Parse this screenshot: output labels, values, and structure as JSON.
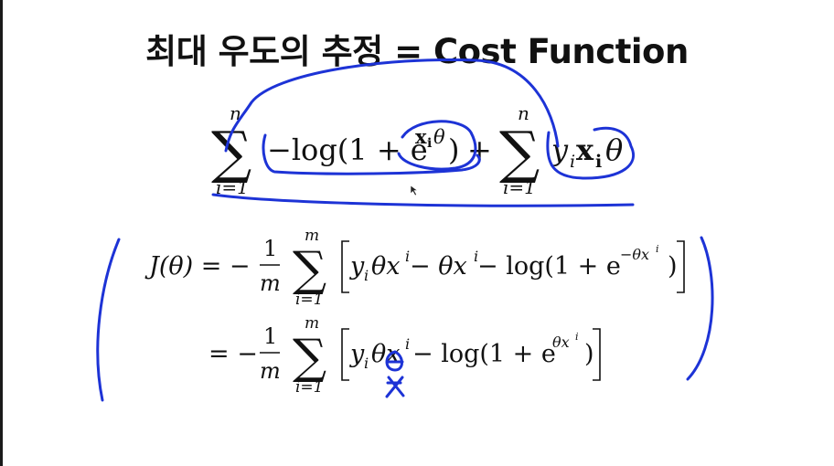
{
  "slide": {
    "title": "최대 우도의 추정 = Cost Function"
  },
  "eq1": {
    "sum1_upper": "n",
    "sum1_lower": "i=1",
    "sigma": "∑",
    "term1": "−log(1 + e",
    "term1_exp": "x",
    "term1_exp_sub": "i",
    "term1_exp_theta": "θ",
    "term1_close": ")",
    "plus": "+",
    "sum2_upper": "n",
    "sum2_lower": "i=1",
    "y": "y",
    "y_sub": "i",
    "x": "x",
    "x_sub": "i",
    "theta": "θ"
  },
  "eq2": {
    "lhs": "J(θ) = −",
    "frac_num": "1",
    "frac_den": "m",
    "sum_upper": "m",
    "sum_lower": "i=1",
    "body_a": "y",
    "body_a_sub": "i",
    "body_b": "θx",
    "body_b_sup": "i",
    "body_c": " − θx",
    "body_c_sup": "i",
    "body_d": " − log(1 + e",
    "body_d_sup": "−θx",
    "body_d_supsup": "i",
    "body_e": ")"
  },
  "eq3": {
    "eq": "= −",
    "frac_num": "1",
    "frac_den": "m",
    "sum_upper": "m",
    "sum_lower": "i=1",
    "body_a": "y",
    "body_a_sub": "i",
    "body_b": "θx",
    "body_b_sup": "i",
    "body_d": " − log(1 + e",
    "body_d_sup": "θx",
    "body_d_supsup": "i",
    "body_e": ")"
  },
  "colors": {
    "ink": "#1d33d6",
    "text": "#111111",
    "background": "#ffffff"
  }
}
